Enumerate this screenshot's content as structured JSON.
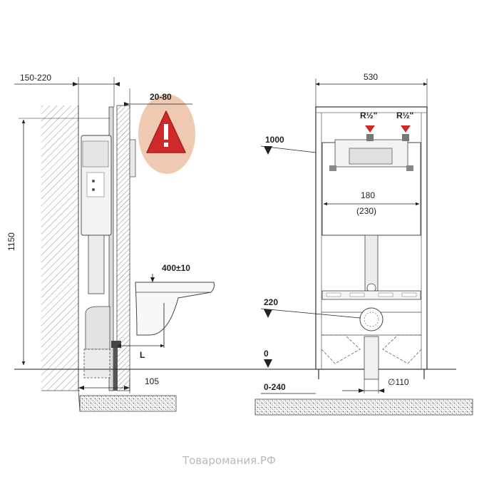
{
  "left_view": {
    "wall_offset": "150-220",
    "finish_thickness": "20-80",
    "frame_height": "1150",
    "bowl_height": "400±10",
    "bowl_distance": "L",
    "pipe_offset": "105"
  },
  "right_view": {
    "frame_width": "530",
    "inlet_left": "R½\"",
    "inlet_right": "R½\"",
    "level_1000": "1000",
    "stud_spacing": "180",
    "stud_spacing_alt": "(230)",
    "level_220": "220",
    "level_0": "0",
    "floor_range": "0-240",
    "drain_diameter": "∅110"
  },
  "warning": {
    "icon": "warning-triangle-icon",
    "color": "#cf2a2a",
    "bubble_color": "#efc9b2"
  },
  "watermark": "Товаромания.РФ"
}
